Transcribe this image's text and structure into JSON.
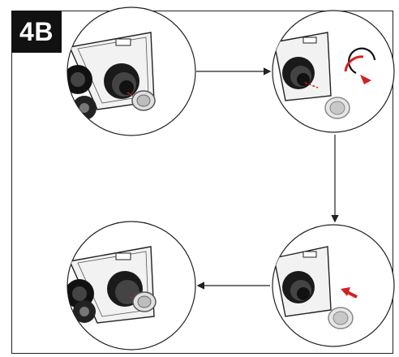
{
  "step_label": "4B",
  "colors": {
    "frame": "#222222",
    "badge_bg": "#111111",
    "badge_text": "#ffffff",
    "accent_red": "#d42020",
    "gray_cap": "#bdbdbd"
  },
  "panels": [
    {
      "id": "panel-1",
      "state": "cap-attached"
    },
    {
      "id": "panel-2",
      "state": "unscrew-cap"
    },
    {
      "id": "panel-3",
      "state": "push-cap"
    },
    {
      "id": "panel-4",
      "state": "cap-installed"
    }
  ],
  "flow": [
    "panel-1",
    "panel-2",
    "panel-3",
    "panel-4"
  ]
}
